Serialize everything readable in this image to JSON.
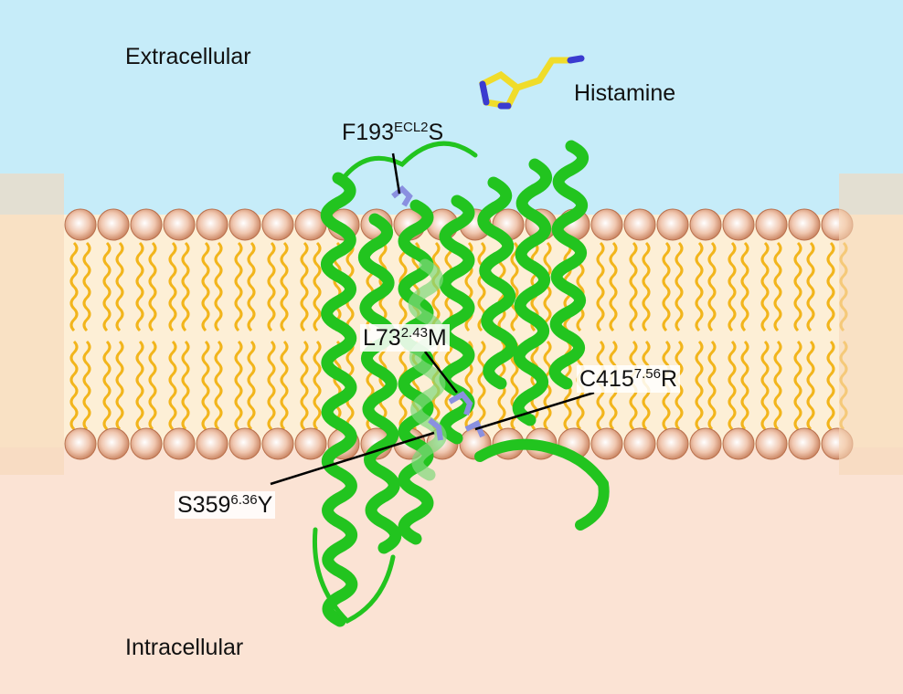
{
  "regions": {
    "extracellular": "Extracellular",
    "intracellular": "Intracellular"
  },
  "ligand": {
    "name": "Histamine"
  },
  "mutations": [
    {
      "base": "F193",
      "sup": "ECL2",
      "suffix": "S"
    },
    {
      "base": "L73",
      "sup": "2.43",
      "suffix": "M"
    },
    {
      "base": "C415",
      "sup": "7.56",
      "suffix": "R"
    },
    {
      "base": "S359",
      "sup": "6.36",
      "suffix": "Y"
    }
  ],
  "colors": {
    "extracellular": "#c6ecf9",
    "membrane": "#fdefd6",
    "intracellular": "#fbe3d4",
    "head": "#d8906c",
    "tail": "#f2b51c",
    "protein": "#22c41f",
    "ligand": "#f0dc2a",
    "residue": "#8a90e0"
  }
}
